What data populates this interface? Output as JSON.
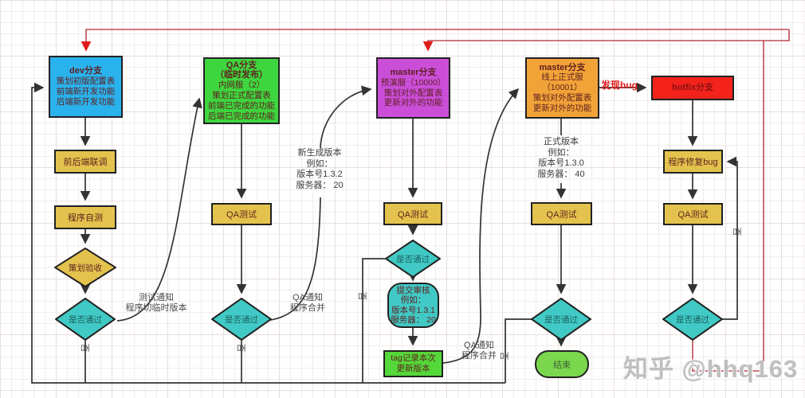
{
  "colors": {
    "blue": "#2ab2ec",
    "green": "#3ed63e",
    "purple": "#cb4ed9",
    "orange": "#f2a338",
    "red": "#f3231c",
    "yellow": "#e3c34d",
    "teal": "#41c9c5",
    "tag_green": "#55d83a",
    "end_green": "#7ad74e",
    "line": "#333333",
    "red_line": "#c04a54",
    "red_accent": "#e01b1b",
    "box_text": "#5f1f1f",
    "teal_text": "#1a5f5f",
    "hotfix_text": "#8a1111"
  },
  "branches": {
    "dev": {
      "title": "dev分支",
      "lines": [
        "策划初版配置表",
        "前端新开发功能",
        "后端新开发功能"
      ]
    },
    "qa": {
      "title": "QA分支",
      "subtitle": "（临时发布）",
      "lines": [
        "内网服（2）",
        "策划正式配置表",
        "前端已完成的功能",
        "后端已完成的功能"
      ]
    },
    "master_pre": {
      "title": "master分支",
      "lines": [
        "预演服（10000）",
        "策划对外配置表",
        "更新对外的功能"
      ]
    },
    "master_live": {
      "title": "master分支",
      "lines": [
        "线上正式服",
        "（10001）",
        "策划对外配置表",
        "更新对外的功能"
      ]
    },
    "hotfix": {
      "title": "hotfix分支"
    }
  },
  "process": {
    "joint_debug": "前后端联调",
    "self_test": "程序自测",
    "qa_test": "QA测试",
    "fix_bug": "程序修复bug"
  },
  "decisions": {
    "plan_accept": "策划验收",
    "pass": "是否通过"
  },
  "nodes": {
    "review": {
      "lines": [
        "提交审核",
        "例如：",
        "版本号1.3.1",
        "服务器： 20"
      ]
    },
    "tag": {
      "lines": [
        "tag记录本次",
        "更新版本"
      ]
    },
    "end": "结束"
  },
  "annotations": {
    "new_version": {
      "lines": [
        "新生成版本",
        "例如：",
        "版本号1.3.2",
        "服务器： 20"
      ]
    },
    "official_version": {
      "lines": [
        "正式版本",
        "例如：",
        "版本号1.3.0",
        "服务器： 40"
      ]
    }
  },
  "edge_labels": {
    "test_notify": [
      "测试通知",
      "程序切临时版本"
    ],
    "qa_notify": [
      "QA通知",
      "程序合并"
    ],
    "found_bug": "发现bug",
    "no": "否"
  },
  "watermark": "知乎 @hhq163"
}
